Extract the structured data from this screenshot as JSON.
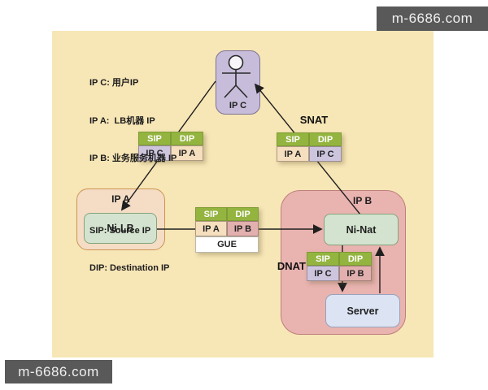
{
  "watermark": {
    "text": "m-6686.com"
  },
  "legend": {
    "ip_lines": [
      "IP C: 用户IP",
      "IP A:  LB机器 IP",
      "IP B: 业务服务机器 IP"
    ],
    "nat_lines": [
      "SIP: Source IP",
      "DIP: Destination IP"
    ]
  },
  "labels": {
    "snat": "SNAT",
    "dnat": "DNAT"
  },
  "nodes": {
    "user": {
      "label": "IP C"
    },
    "lb_zone": {
      "label": "IP A"
    },
    "lb": {
      "label": "Ni-LB"
    },
    "nat_zone": {
      "label": "IP B"
    },
    "nat": {
      "label": "Ni-Nat"
    },
    "server": {
      "label": "Server"
    }
  },
  "tables": {
    "header": {
      "sip": "SIP",
      "dip": "DIP"
    },
    "user_to_lb": {
      "sip": "IP C",
      "dip": "IP A"
    },
    "snat": {
      "sip": "IP A",
      "dip": "IP C"
    },
    "gue": {
      "sip": "IP A",
      "dip": "IP B",
      "footer": "GUE"
    },
    "dnat": {
      "sip": "IP C",
      "dip": "IP B"
    }
  },
  "colors": {
    "canvas_bg": "#f7e6b6",
    "table_header_green": "#94b440",
    "cell_tan": "#f5dfbe",
    "cell_purple": "#cdc5de",
    "cell_pink": "#e2b0ae",
    "zone_lb_bg": "#f4dcc5",
    "zone_nat_bg": "#e9b3b0",
    "node_green": "#d4e3cf",
    "server_blue": "#dce4f3",
    "user_purple": "#c7bdda",
    "watermark_bg": "#595959"
  }
}
